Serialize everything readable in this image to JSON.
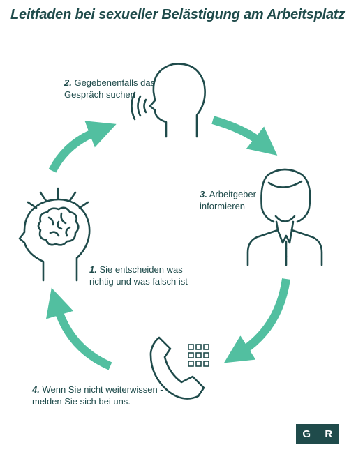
{
  "title": "Leitfaden bei sexueller Belästigung am Arbeitsplatz",
  "colors": {
    "dark": "#1f4b4b",
    "accent": "#52bfa0"
  },
  "steps": [
    {
      "num": "1.",
      "line1": "Sie entscheiden was",
      "line2": "richtig und was falsch ist",
      "icon": "brain-head-icon"
    },
    {
      "num": "2.",
      "line1": "Gegebenenfalls das",
      "line2": "Gespräch suchen",
      "icon": "speaking-head-icon"
    },
    {
      "num": "3.",
      "line1": "Arbeitgeber",
      "line2": "informieren",
      "icon": "employer-woman-icon"
    },
    {
      "num": "4.",
      "line1": "Wenn Sie nicht weiterwissen -",
      "line2": "melden Sie sich bei uns.",
      "icon": "phone-icon"
    }
  ],
  "logo": {
    "left": "G",
    "right": "R"
  }
}
